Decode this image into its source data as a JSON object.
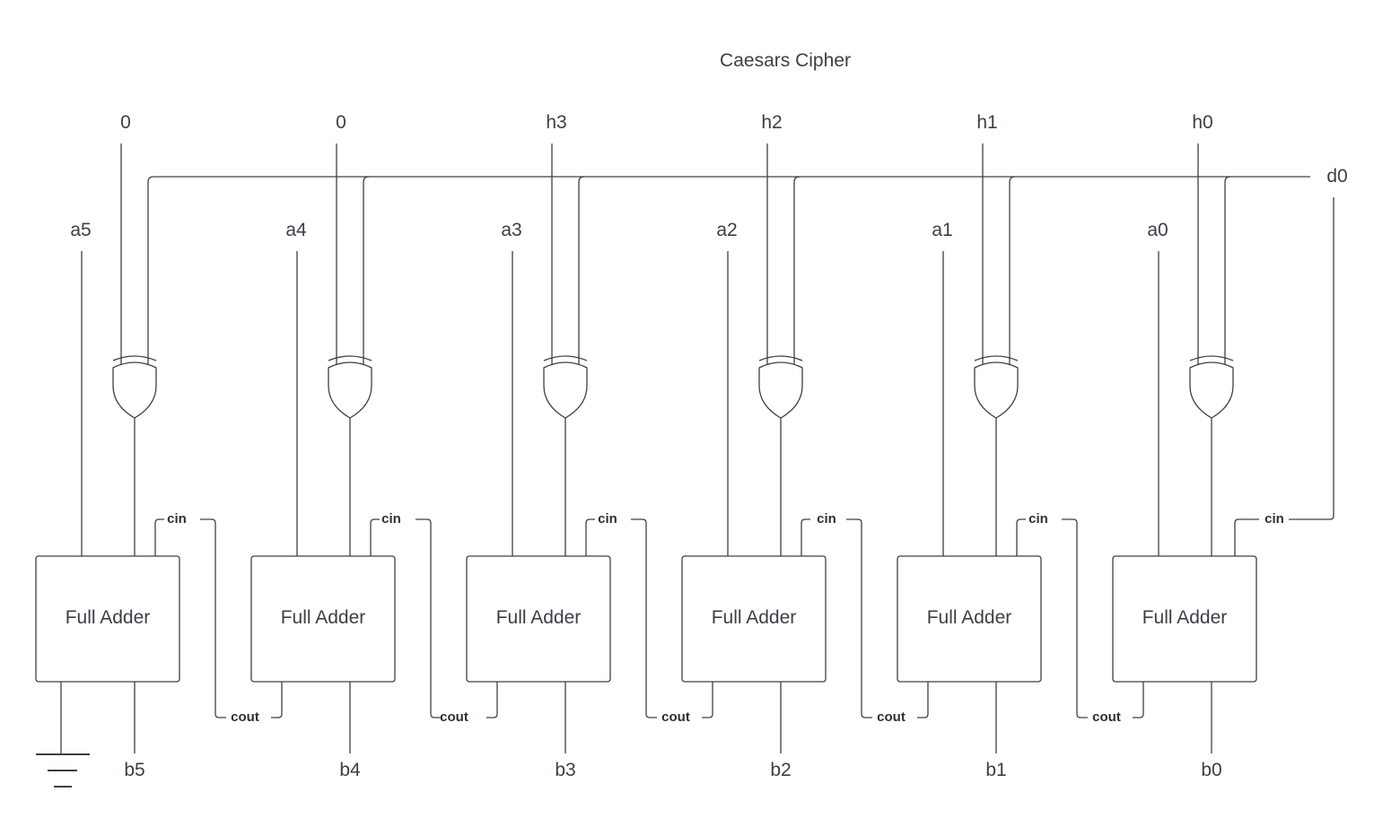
{
  "title": "Caesars Cipher",
  "d_signal": "d0",
  "ground_label": "",
  "stages": [
    {
      "top_input": "0",
      "a_input": "a5",
      "output": "b5",
      "block": "Full Adder",
      "cin": "cin",
      "cout": ""
    },
    {
      "top_input": "0",
      "a_input": "a4",
      "output": "b4",
      "block": "Full Adder",
      "cin": "cin",
      "cout": "cout"
    },
    {
      "top_input": "h3",
      "a_input": "a3",
      "output": "b3",
      "block": "Full Adder",
      "cin": "cin",
      "cout": "cout"
    },
    {
      "top_input": "h2",
      "a_input": "a2",
      "output": "b2",
      "block": "Full Adder",
      "cin": "cin",
      "cout": "cout"
    },
    {
      "top_input": "h1",
      "a_input": "a1",
      "output": "b1",
      "block": "Full Adder",
      "cin": "cin",
      "cout": "cout"
    },
    {
      "top_input": "h0",
      "a_input": "a0",
      "output": "b0",
      "block": "Full Adder",
      "cin": "cin",
      "cout": "cout"
    }
  ],
  "gate_type": "XOR",
  "colors": {
    "line": "#3c4046",
    "text": "#3b3f45",
    "background": "#ffffff"
  }
}
